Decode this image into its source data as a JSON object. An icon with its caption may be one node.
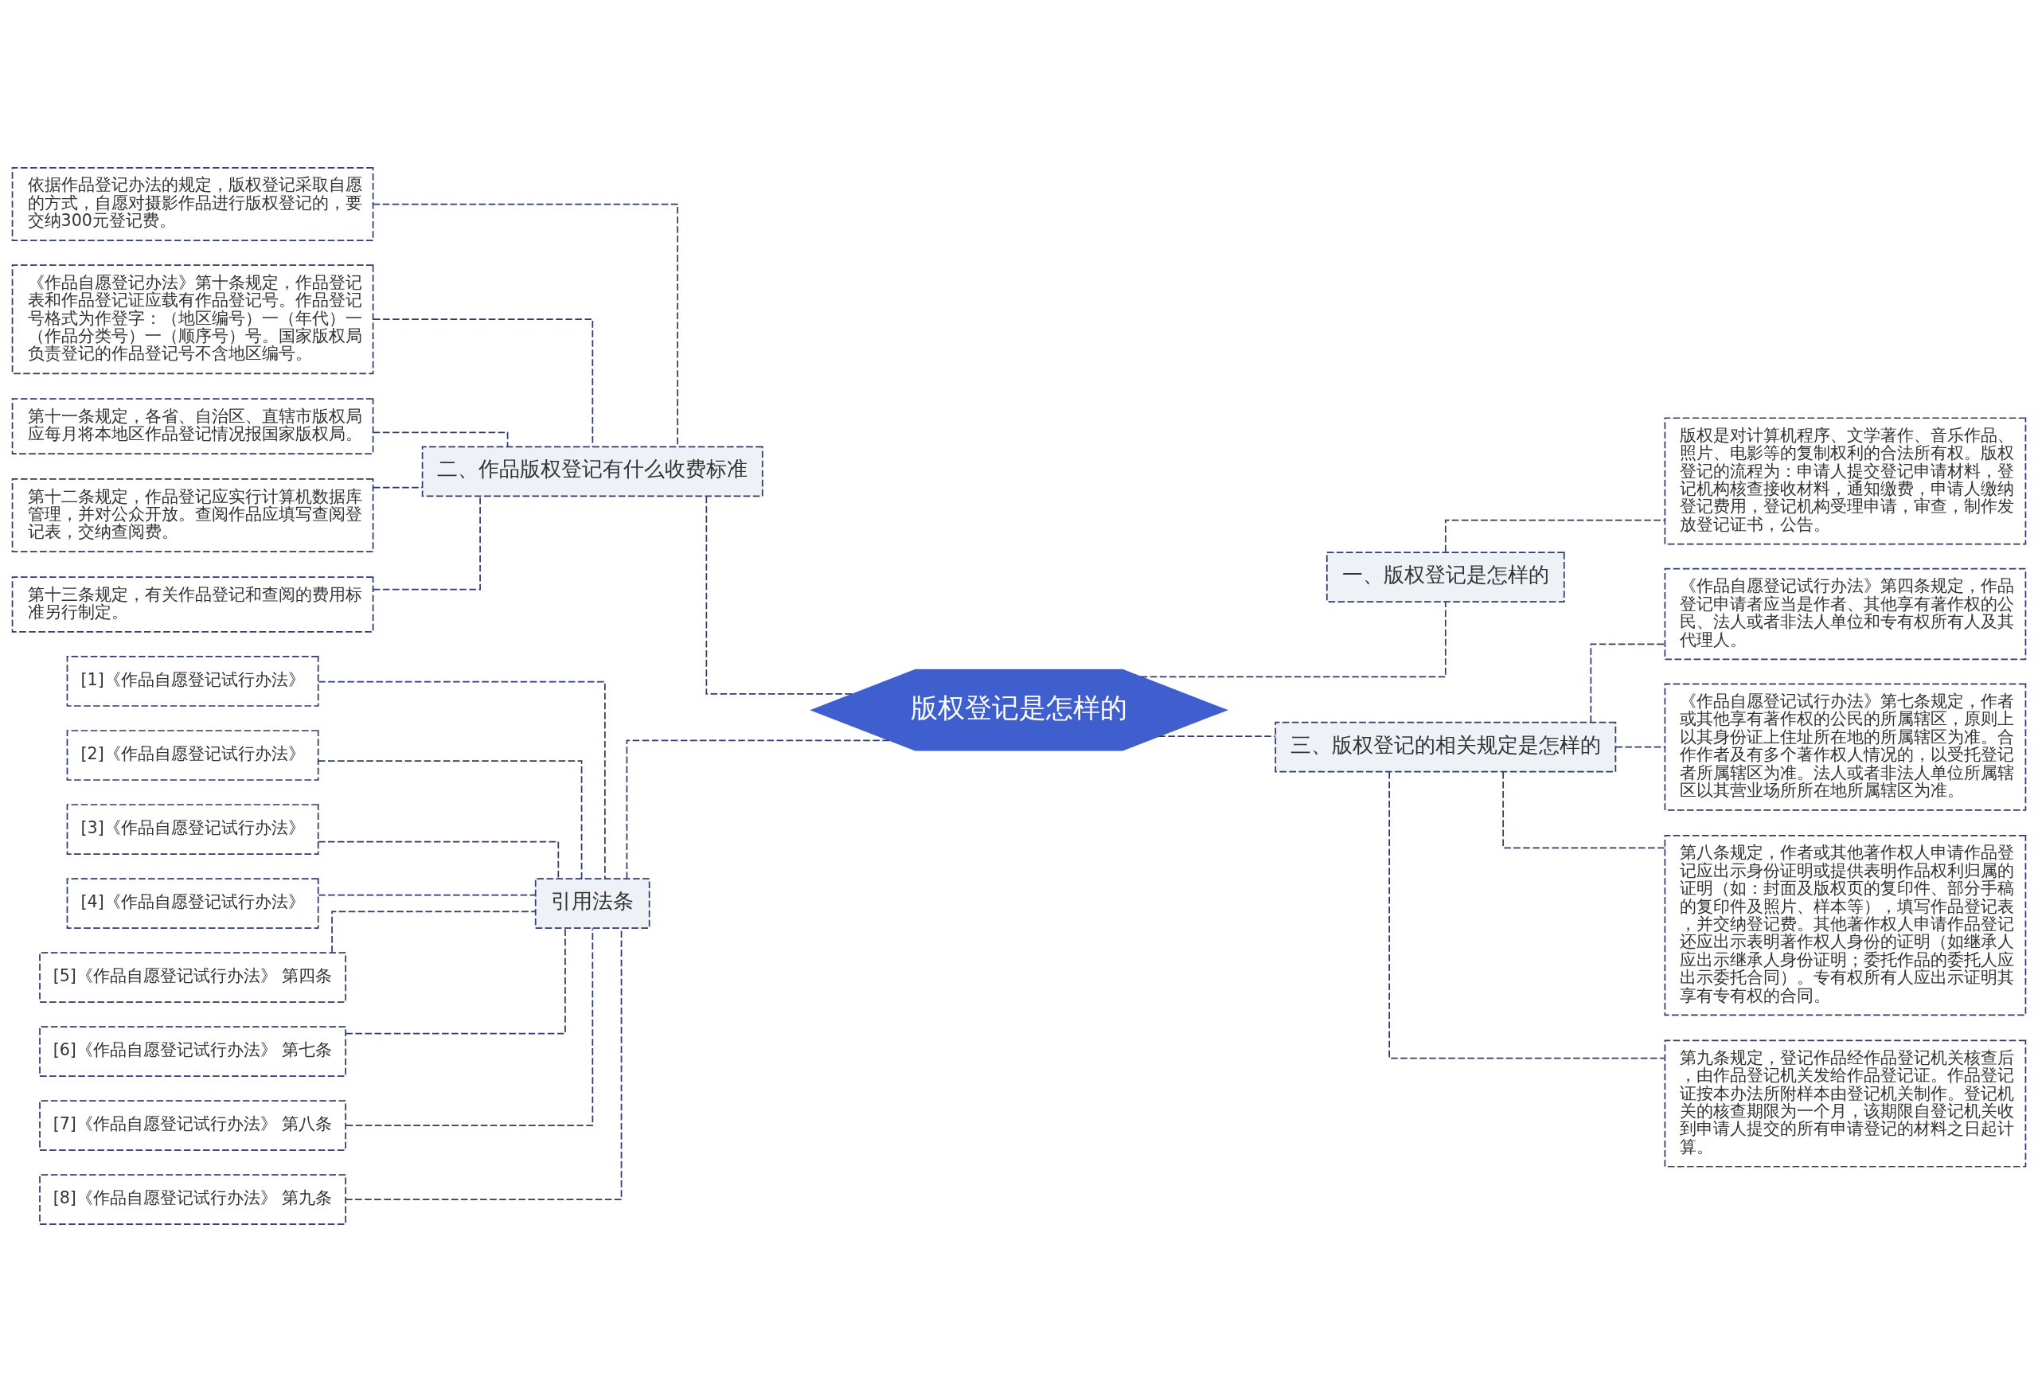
{
  "diagram": {
    "nodes": [
      {
        "text": [
          "版权登记是怎样的"
        ]
      },
      {
        "text": [
          "一、版权登记是怎样的"
        ]
      },
      {
        "text": [
          "版权是对计算机程序、文学著作、音乐作品、照片、电影等的复制权利的合法所有权。版权登记的流程为：申请人提交登记申请材料，登记机构核查接收材料，通知缴费，申请人缴纳登记费用，登记机构受理申请，审查，制作发放登记证书，公告。"
        ]
      },
      {
        "text": [
          "三、版权登记的相关规定是怎样的"
        ]
      },
      {
        "text": [
          "《作品自愿登记试行办法》第四条规定，作品登记申请者应当是作者、其他享有著作权的公民、法人或者非法人单位和专有权所有人及其代理人。"
        ]
      },
      {
        "text": [
          "《作品自愿登记试行办法》第七条规定，作者或其他享有著作权的公民的所属辖区，原则上以其身份证上住址所在地的所属辖区为准。合作作者及有多个著作权人情况的，以受托登记者所属辖区为准。法人或者非法人单位所属辖区以其营业场所所在地所属辖区为准。"
        ]
      },
      {
        "text": [
          "第八条规定，作者或其他著作权人申请作品登记应出示身份证明或提供表明作品权利归属的证明（如：封面及版权页的复印件、部分手稿的复印件及照片、样本等），填写作品登记表，并交纳登记费。其他著作权人申请作品登记还应出示表明著作权人身份的证明（如继承人应出示继承人身份证明；委托作品的委托人应出示委托合同）。专有权所有人应出示证明其享有专有权的合同。"
        ]
      },
      {
        "text": [
          "第九条规定，登记作品经作品登记机关核查后，由作品登记机关发给作品登记证。作品登记证按本办法所附样本由登记机关制作。登记机关的核查期限为一个月，该期限自登记机关收到申请人提交的所有申请登记的材料之日起计算。"
        ]
      },
      {
        "text": [
          "二、作品版权登记有什么收费标准"
        ]
      },
      {
        "text": [
          "依据作品登记办法的规定，版权登记采取自愿的方式，自愿对摄影作品进行版权登记的，要交纳300元登记费。"
        ]
      },
      {
        "text": [
          "《作品自愿登记办法》第十条规定，作品登记表和作品登记证应载有作品登记号。作品登记号格式为作登字：（地区编号）一（年代）一（作品分类号）一（顺序号）号。国家版权局负责登记的作品登记号不含地区编号。"
        ]
      },
      {
        "text": [
          "第十一条规定，各省、自治区、直辖市版权局应每月将本地区作品登记情况报国家版权局。"
        ]
      },
      {
        "text": [
          "第十二条规定，作品登记应实行计算机数据库管理，并对公众开放。查阅作品应填写查阅登记表，交纳查阅费。"
        ]
      },
      {
        "text": [
          "第十三条规定，有关作品登记和查阅的费用标准另行制定。"
        ]
      },
      {
        "text": [
          "引用法条"
        ]
      },
      {
        "text": [
          "[1]《作品自愿登记试行办法》"
        ]
      },
      {
        "text": [
          "[2]《作品自愿登记试行办法》"
        ]
      },
      {
        "text": [
          "[3]《作品自愿登记试行办法》"
        ]
      },
      {
        "text": [
          "[4]《作品自愿登记试行办法》"
        ]
      },
      {
        "text": [
          "[5]《作品自愿登记试行办法》 第四条"
        ]
      },
      {
        "text": [
          "[6]《作品自愿登记试行办法》 第七条"
        ]
      },
      {
        "text": [
          "[7]《作品自愿登记试行办法》 第八条"
        ]
      },
      {
        "text": [
          "[8]《作品自愿登记试行办法》 第九条"
        ]
      }
    ],
    "edges": [
      {
        "from": 0,
        "to": 1,
        "arrow": "none"
      },
      {
        "from": 1,
        "to": 2,
        "arrow": "none"
      },
      {
        "from": 0,
        "to": 3,
        "arrow": "none"
      },
      {
        "from": 3,
        "to": 4,
        "arrow": "none"
      },
      {
        "from": 3,
        "to": 5,
        "arrow": "none"
      },
      {
        "from": 3,
        "to": 6,
        "arrow": "none"
      },
      {
        "from": 3,
        "to": 7,
        "arrow": "none"
      },
      {
        "from": 0,
        "to": 8,
        "arrow": "none"
      },
      {
        "from": 8,
        "to": 9,
        "arrow": "none"
      },
      {
        "from": 8,
        "to": 10,
        "arrow": "none"
      },
      {
        "from": 8,
        "to": 11,
        "arrow": "none"
      },
      {
        "from": 8,
        "to": 12,
        "arrow": "none"
      },
      {
        "from": 8,
        "to": 13,
        "arrow": "none"
      },
      {
        "from": 0,
        "to": 14,
        "arrow": "none"
      },
      {
        "from": 14,
        "to": 15,
        "arrow": "none"
      },
      {
        "from": 14,
        "to": 16,
        "arrow": "none"
      },
      {
        "from": 14,
        "to": 17,
        "arrow": "none"
      },
      {
        "from": 14,
        "to": 18,
        "arrow": "none"
      },
      {
        "from": 14,
        "to": 19,
        "arrow": "none"
      },
      {
        "from": 14,
        "to": 20,
        "arrow": "none"
      },
      {
        "from": 14,
        "to": 21,
        "arrow": "none"
      },
      {
        "from": 14,
        "to": 22,
        "arrow": "none"
      }
    ]
  }
}
